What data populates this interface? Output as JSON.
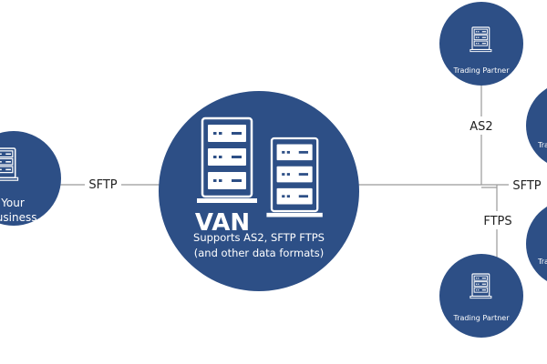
{
  "colors": {
    "node_fill": "#2d4f86",
    "line": "#9a9a9a",
    "icon": "#ffffff",
    "label_text": "#222222",
    "background": "#ffffff"
  },
  "nodes": {
    "your_business": {
      "label_line1": "Your",
      "label_line2": "Business",
      "icon": "server-rack-icon"
    },
    "van": {
      "title": "VAN",
      "subtitle_line1": "Supports AS2, SFTP FTPS",
      "subtitle_line2": "(and other data formats)",
      "icon": "server-racks-icon"
    },
    "partner_top": {
      "label": "Trading Partner",
      "icon": "server-rack-icon"
    },
    "partner_bottom": {
      "label": "Trading Partner",
      "icon": "server-rack-icon"
    },
    "partner_right_upper": {
      "label": "Trading Partner"
    },
    "partner_right_lower": {
      "label": "Trading Partner"
    }
  },
  "connections": {
    "business_to_van": "SFTP",
    "van_to_partner_top": "AS2",
    "van_to_partner_right": "SFTP",
    "van_to_partner_bottom": "FTPS"
  }
}
